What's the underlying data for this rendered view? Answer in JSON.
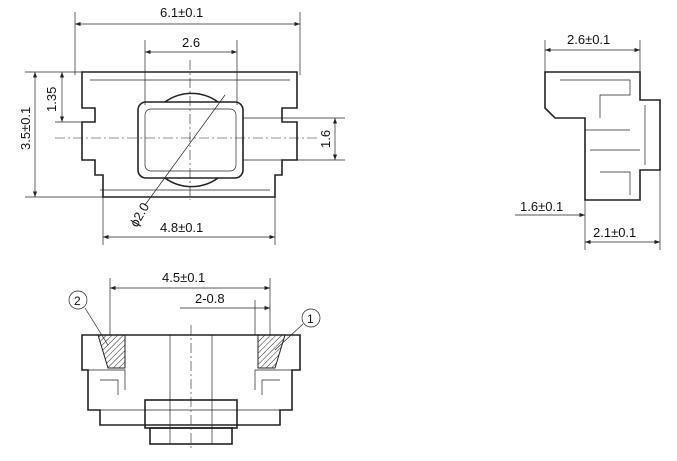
{
  "top_view": {
    "width": "6.1±0.1",
    "inner_width": "2.6",
    "offset": "1.35",
    "height": "3.5±0.1",
    "inner_height": "1.6",
    "diameter": "ϕ2.0",
    "lead_span": "4.8±0.1"
  },
  "side_view": {
    "width": "2.6±0.1",
    "stem": "1.6±0.1",
    "height": "2.1±0.1"
  },
  "front_view": {
    "span": "4.5±0.1",
    "pin": "2-0.8",
    "callout_2": "2",
    "callout_1": "1"
  }
}
